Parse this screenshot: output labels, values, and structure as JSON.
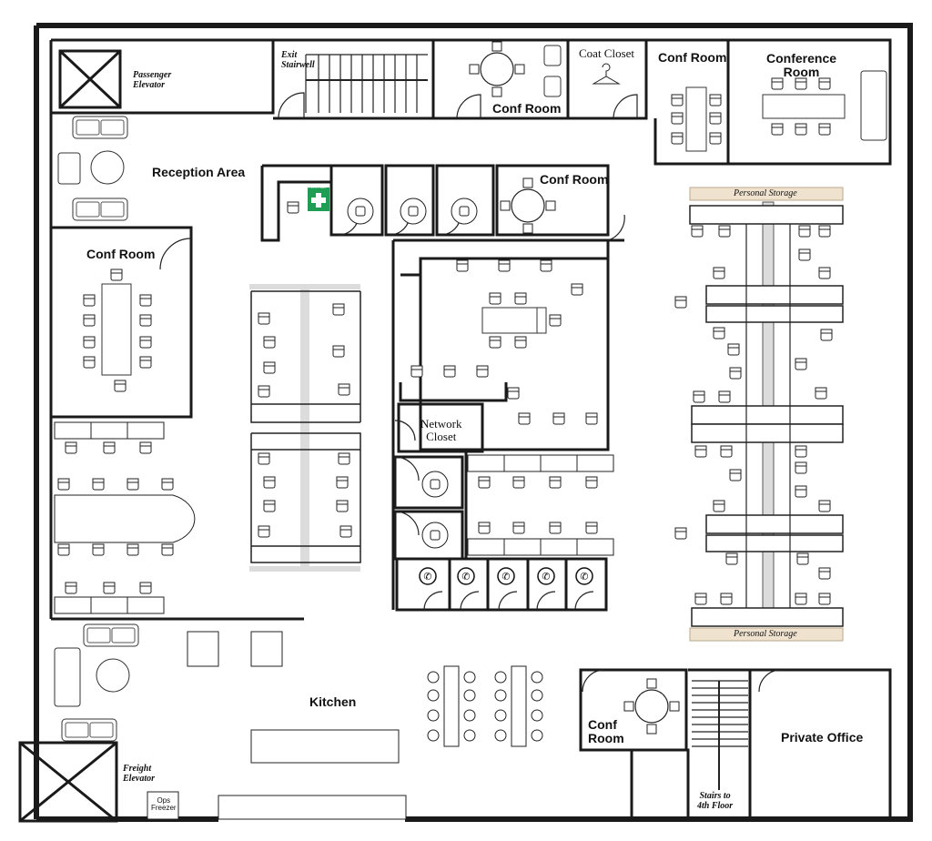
{
  "rooms": {
    "reception": "Reception Area",
    "conf_room_top": "Conf Room",
    "coat_closet": "Coat Closet",
    "conf_room_right": "Conf Room",
    "conference_room": "Conference\nRoom",
    "conf_room_mid": "Conf Room",
    "conf_room_left": "Conf Room",
    "network_closet": "Network\nCloset",
    "kitchen": "Kitchen",
    "conf_room_bottom": "Conf\nRoom",
    "private_office": "Private Office"
  },
  "labels": {
    "passenger_elevator": "Passenger\nElevator",
    "exit_stairwell": "Exit\nStairwell",
    "freight_elevator": "Freight\nElevator",
    "stairs": "Stairs to\n4th Floor",
    "freezer": "Ops\nFreezer",
    "first_aid": "FIRST AID",
    "storage_top": "Personal Storage",
    "storage_bottom": "Personal Storage"
  },
  "colors": {
    "wall": "#1a1a1a",
    "storage_fill": "#efe3cf",
    "first_aid_green": "#1f9d55",
    "aisle_gray": "#dcdcdc"
  }
}
